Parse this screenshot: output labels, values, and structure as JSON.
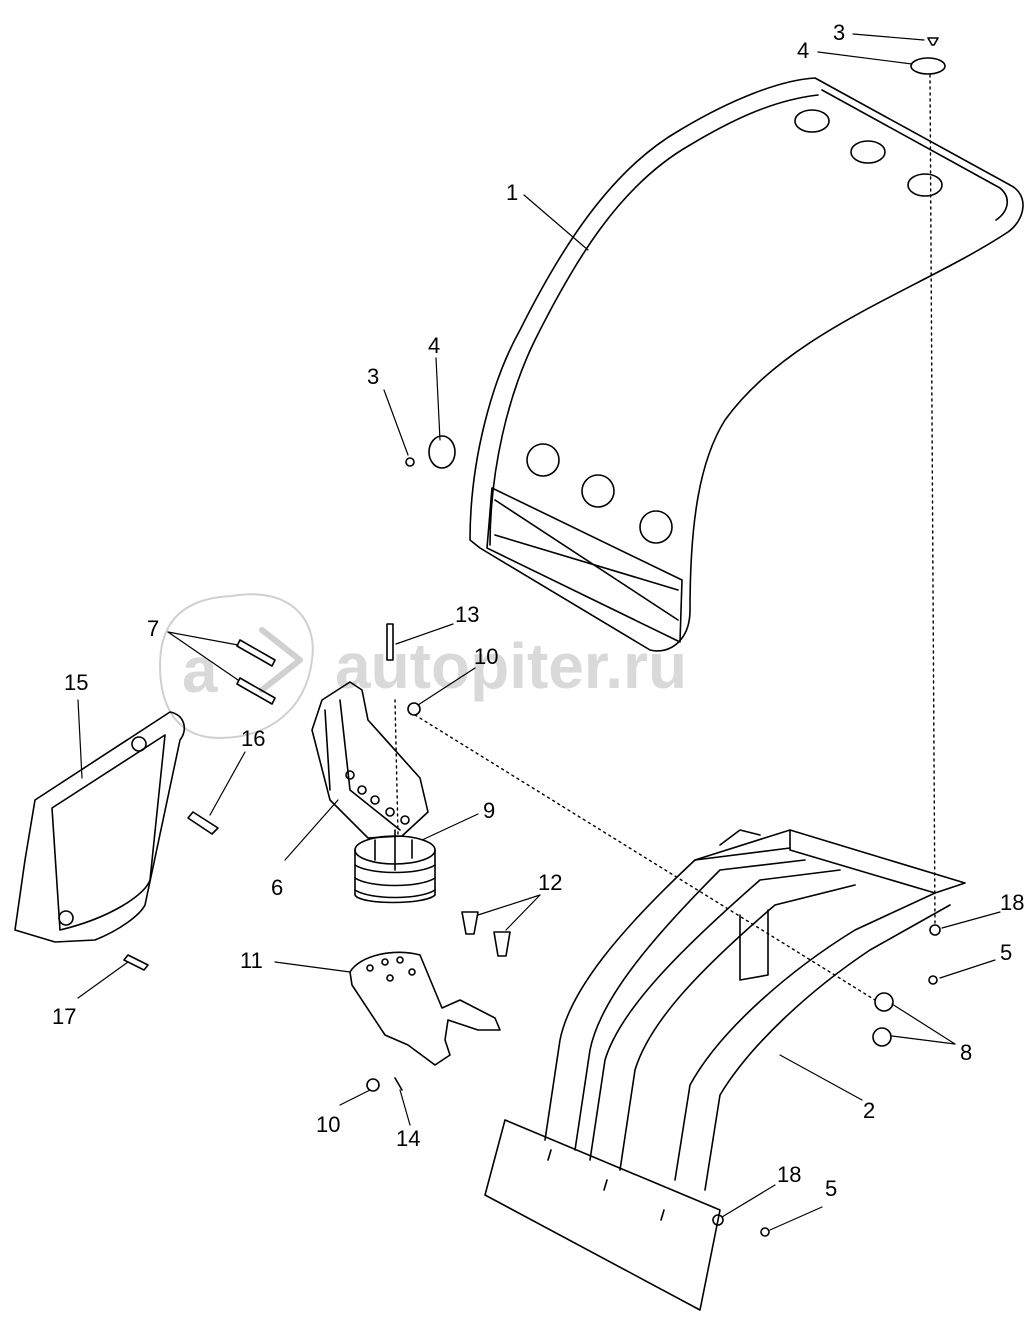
{
  "diagram": {
    "callouts": [
      {
        "id": "c3a",
        "text": "3"
      },
      {
        "id": "c4a",
        "text": "4"
      },
      {
        "id": "c1",
        "text": "1"
      },
      {
        "id": "c4b",
        "text": "4"
      },
      {
        "id": "c3b",
        "text": "3"
      },
      {
        "id": "c7",
        "text": "7"
      },
      {
        "id": "c13",
        "text": "13"
      },
      {
        "id": "c10a",
        "text": "10"
      },
      {
        "id": "c15",
        "text": "15"
      },
      {
        "id": "c16",
        "text": "16"
      },
      {
        "id": "c9",
        "text": "9"
      },
      {
        "id": "c6",
        "text": "6"
      },
      {
        "id": "c12",
        "text": "12"
      },
      {
        "id": "c18a",
        "text": "18"
      },
      {
        "id": "c5a",
        "text": "5"
      },
      {
        "id": "c11",
        "text": "11"
      },
      {
        "id": "c17",
        "text": "17"
      },
      {
        "id": "c8",
        "text": "8"
      },
      {
        "id": "c2",
        "text": "2"
      },
      {
        "id": "c10b",
        "text": "10"
      },
      {
        "id": "c14",
        "text": "14"
      },
      {
        "id": "c18b",
        "text": "18"
      },
      {
        "id": "c5b",
        "text": "5"
      }
    ]
  },
  "watermark": {
    "logo_glyph": "a",
    "text": "autopiter.ru",
    "color": "#d9d9d9"
  },
  "colors": {
    "line": "#000000",
    "background": "#ffffff"
  }
}
